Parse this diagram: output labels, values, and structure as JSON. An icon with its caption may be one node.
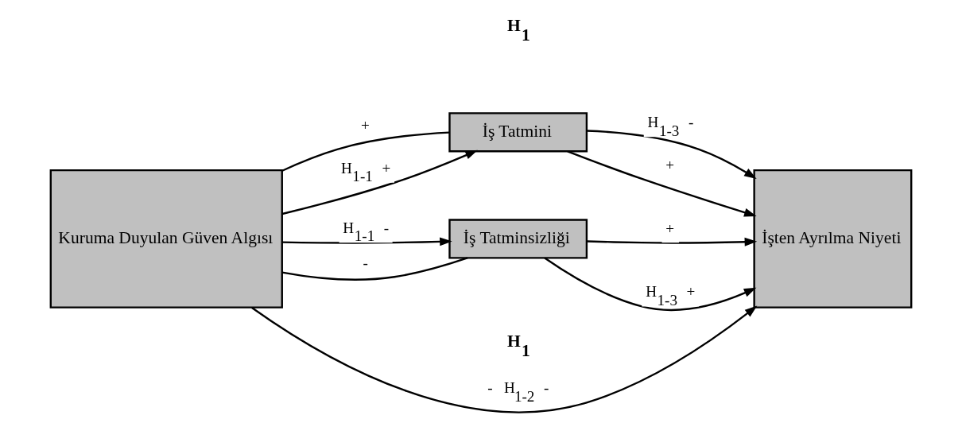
{
  "diagram": {
    "nodes": [
      {
        "text": [
          "Kuruma Duyulan Güven Algısı"
        ]
      },
      {
        "text": [
          "İş Tatmini"
        ]
      },
      {
        "text": [
          "İş Tatminsizliği"
        ]
      },
      {
        "text": [
          "İşten Ayrılma Niyeti"
        ]
      }
    ],
    "edges": [
      {
        "from": 0,
        "to": 1,
        "arrow": "none",
        "label": "+"
      },
      {
        "from": 1,
        "to": 3,
        "arrow": "to",
        "label": "+"
      },
      {
        "from": 0,
        "to": 1,
        "arrow": "to",
        "label": "H$_{1-1}$ +"
      },
      {
        "from": 1,
        "to": 3,
        "arrow": "to",
        "label": "H$_{1-3}$ -"
      },
      {
        "from": 0,
        "to": 3,
        "arrow": "to",
        "label": "- H$_{1-2}$ -"
      },
      {
        "from": 0,
        "to": 2,
        "arrow": "to",
        "label": "H$_{1-1}$ -"
      },
      {
        "from": 2,
        "to": 3,
        "arrow": "to",
        "label": "H$_{1-3}$ +"
      },
      {
        "from": 0,
        "to": 2,
        "arrow": "none",
        "label": "-"
      },
      {
        "from": 2,
        "to": 3,
        "arrow": "to",
        "label": "+"
      }
    ],
    "labels": [
      "H$_{1}$",
      "H$_{1}$"
    ]
  }
}
